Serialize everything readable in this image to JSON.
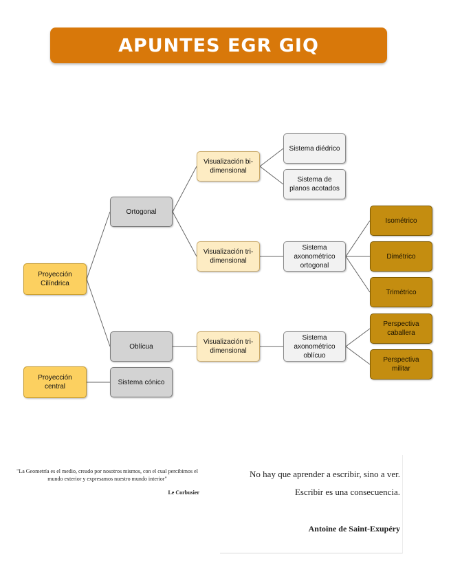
{
  "header": {
    "title": "APUNTES EGR GIQ"
  },
  "diagram": {
    "nodes": {
      "proyeccion_cilindrica": "Proyección Cilíndrica",
      "proyeccion_central": "Proyección central",
      "ortogonal": "Ortogonal",
      "oblicua": "Oblícua",
      "sistema_conico": "Sistema cónico",
      "vis_bi_ortogonal": "Visualización bi-dimensional",
      "vis_tri_ortogonal": "Visualización tri-dimensional",
      "vis_tri_oblicua": "Visualización tri-dimensional",
      "sistema_diedrico": "Sistema diédrico",
      "sistema_planos_acotados": "Sistema de planos acotados",
      "sistema_axonometrico_ortogonal": "Sistema axonométrico ortogonal",
      "sistema_axonometrico_oblicuo": "Sistema axonométrico oblícuo",
      "isometrico": "Isométrico",
      "dimetrico": "Dimétrico",
      "trimetrico": "Trimétrico",
      "perspectiva_caballera": "Perspectiva caballera",
      "perspectiva_militar": "Perspectiva militar"
    },
    "colors": {
      "banner": "#d8780a",
      "root": "#fcd060",
      "level1": "#d3d3d3",
      "visualization": "#fdecc3",
      "system": "#f2f2f2",
      "leaf": "#c48d10"
    }
  },
  "quotes": {
    "left": {
      "text": "\"La Geometría es el medio, creado por nosotros mismos, con el cual percibimos el mundo exterior y expresamos nuestro mundo interior\"",
      "author": "Le Corbusier"
    },
    "right": {
      "line1": "No hay que aprender a escribir, sino a ver.",
      "line2": "Escribir es una consecuencia.",
      "author": "Antoine de Saint-Exupéry"
    }
  }
}
